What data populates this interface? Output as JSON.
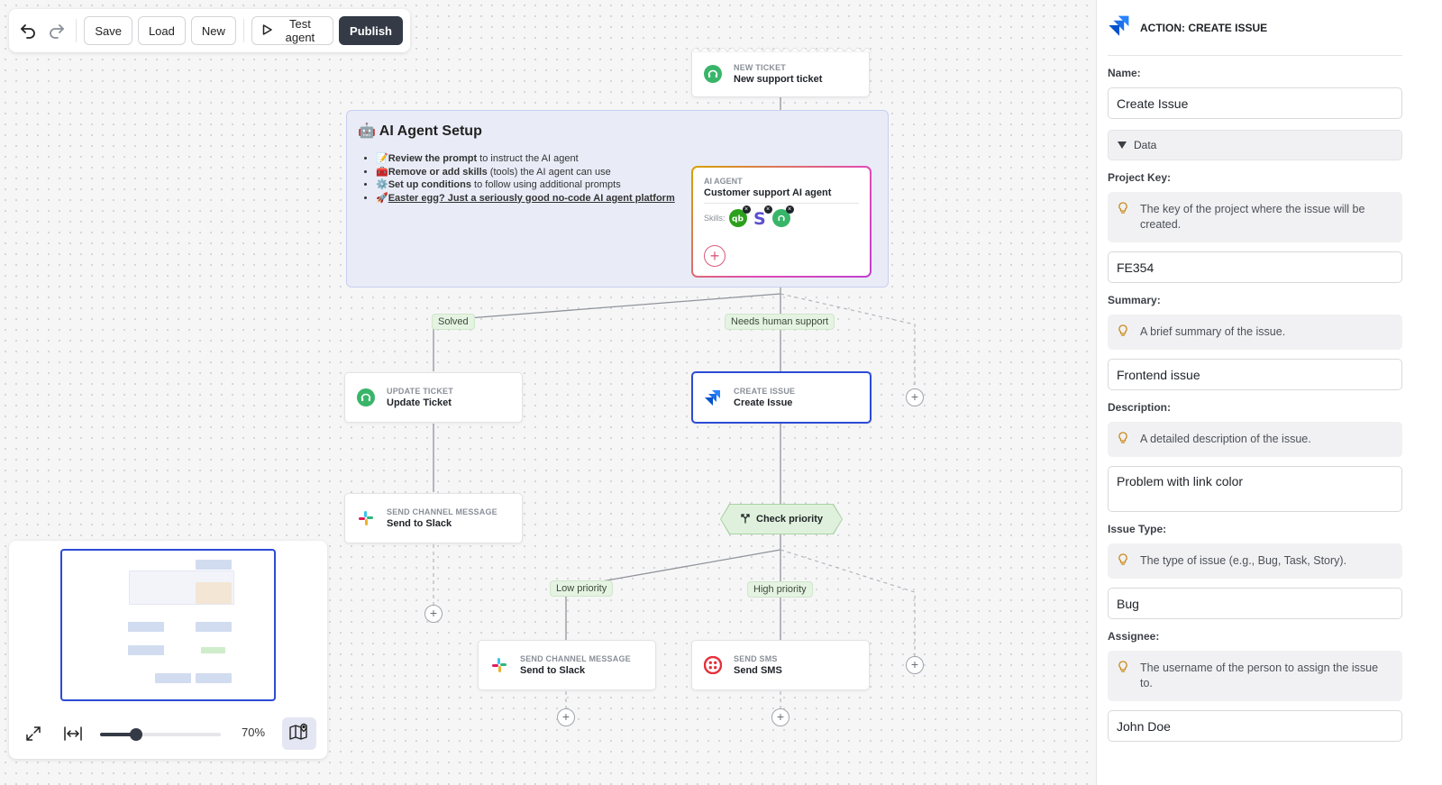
{
  "toolbar": {
    "save": "Save",
    "load": "Load",
    "new": "New",
    "test_agent": "Test agent",
    "publish": "Publish"
  },
  "group": {
    "title": "AI Agent Setup",
    "items": [
      {
        "emoji": "📝",
        "bold": "Review the prompt",
        "rest": " to instruct the AI agent"
      },
      {
        "emoji": "🧰",
        "bold": "Remove or add skills",
        "rest": " (tools) the AI agent can use"
      },
      {
        "emoji": "⚙️",
        "bold": "Set up conditions",
        "rest": " to follow using additional prompts"
      },
      {
        "emoji": "🚀",
        "link": "Easter egg? Just a seriously good no-code AI agent platform"
      }
    ]
  },
  "nodes": {
    "new_ticket": {
      "kind": "New ticket",
      "title": "New support ticket"
    },
    "agent": {
      "kind": "AI AGENT",
      "title": "Customer support AI agent",
      "skills_label": "Skills:"
    },
    "update_ticket": {
      "kind": "Update ticket",
      "title": "Update Ticket"
    },
    "create_issue": {
      "kind": "Create issue",
      "title": "Create Issue"
    },
    "slack_1": {
      "kind": "Send channel message",
      "title": "Send to Slack"
    },
    "check_priority": {
      "title": "Check priority"
    },
    "slack_2": {
      "kind": "Send channel message",
      "title": "Send to Slack"
    },
    "sms": {
      "kind": "Send SMS",
      "title": "Send SMS"
    }
  },
  "edge_labels": {
    "solved": "Solved",
    "needs_human": "Needs human support",
    "low": "Low priority",
    "high": "High priority"
  },
  "minimap": {
    "zoom": "70%",
    "zoom_fraction": 0.3
  },
  "panel": {
    "title": "ACTION: CREATE ISSUE",
    "name_label": "Name:",
    "name_value": "Create Issue",
    "section": "Data",
    "fields": [
      {
        "label": "Project Key:",
        "hint": "The key of the project where the issue will be created.",
        "value": "FE354"
      },
      {
        "label": "Summary:",
        "hint": "A brief summary of the issue.",
        "value": "Frontend issue"
      },
      {
        "label": "Description:",
        "hint": "A detailed description of the issue.",
        "value": "Problem with link color"
      },
      {
        "label": "Issue Type:",
        "hint": "The type of issue (e.g., Bug, Task, Story).",
        "value": "Bug"
      },
      {
        "label": "Assignee:",
        "hint": "The username of the person to assign the issue to.",
        "value": "John Doe"
      }
    ]
  },
  "colors": {
    "accent": "#2c4bd6",
    "publish": "#343a46",
    "label_bg": "#e5f3e2",
    "group_bg": "#e9ecf7"
  }
}
